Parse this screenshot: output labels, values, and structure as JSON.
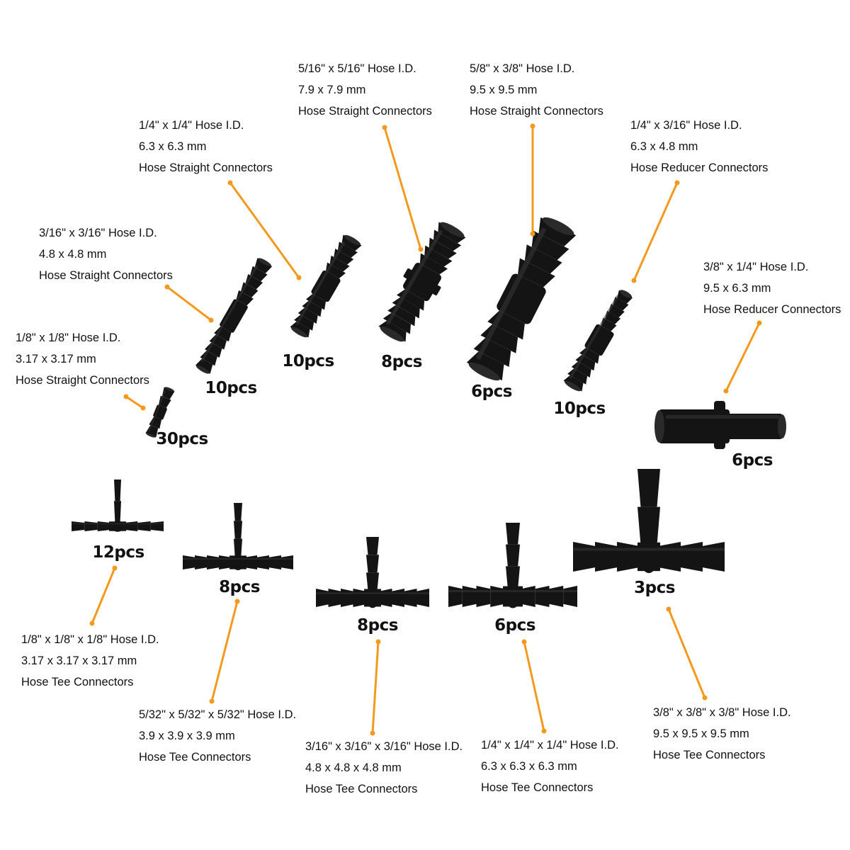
{
  "accent_color": "#f39a1e",
  "part_color": "#141414",
  "items": [
    {
      "id": "s18",
      "line1": "1/8\" x 1/8\" Hose I.D.",
      "line2": "3.17 x 3.17 mm",
      "line3": "Hose Straight Connectors",
      "qty": "30pcs"
    },
    {
      "id": "s316",
      "line1": "3/16\" x 3/16\" Hose I.D.",
      "line2": "4.8 x 4.8 mm",
      "line3": "Hose Straight Connectors",
      "qty": "10pcs"
    },
    {
      "id": "s14",
      "line1": "1/4\" x 1/4\" Hose I.D.",
      "line2": "6.3 x 6.3 mm",
      "line3": "Hose Straight Connectors",
      "qty": "10pcs"
    },
    {
      "id": "s516",
      "line1": "5/16\" x 5/16\" Hose I.D.",
      "line2": "7.9 x 7.9 mm",
      "line3": "Hose Straight Connectors",
      "qty": "8pcs"
    },
    {
      "id": "s58",
      "line1": "5/8\" x 3/8\" Hose I.D.",
      "line2": "9.5 x 9.5 mm",
      "line3": "Hose Straight Connectors",
      "qty": "6pcs"
    },
    {
      "id": "r14",
      "line1": "1/4\" x 3/16\" Hose I.D.",
      "line2": "6.3 x 4.8 mm",
      "line3": "Hose Reducer Connectors",
      "qty": "10pcs"
    },
    {
      "id": "r38",
      "line1": "3/8\" x 1/4\" Hose I.D.",
      "line2": "9.5 x 6.3 mm",
      "line3": "Hose Reducer Connectors",
      "qty": "6pcs"
    },
    {
      "id": "t18",
      "line1": "1/8\" x 1/8\" x 1/8\" Hose I.D.",
      "line2": "3.17 x 3.17 x 3.17 mm",
      "line3": "Hose Tee Connectors",
      "qty": "12pcs"
    },
    {
      "id": "t532",
      "line1": "5/32\" x 5/32\" x 5/32\" Hose I.D.",
      "line2": "3.9 x 3.9 x 3.9 mm",
      "line3": "Hose Tee Connectors",
      "qty": "8pcs"
    },
    {
      "id": "t316",
      "line1": "3/16\" x 3/16\" x 3/16\" Hose I.D.",
      "line2": "4.8 x 4.8 x 4.8 mm",
      "line3": "Hose Tee Connectors",
      "qty": "8pcs"
    },
    {
      "id": "t14",
      "line1": "1/4\" x 1/4\" x 1/4\" Hose I.D.",
      "line2": "6.3 x 6.3 x 6.3 mm",
      "line3": "Hose Tee Connectors",
      "qty": "6pcs"
    },
    {
      "id": "t38",
      "line1": "3/8\" x 3/8\" x 3/8\" Hose I.D.",
      "line2": "9.5 x 9.5 x 9.5 mm",
      "line3": "Hose Tee Connectors",
      "qty": "3pcs"
    }
  ]
}
